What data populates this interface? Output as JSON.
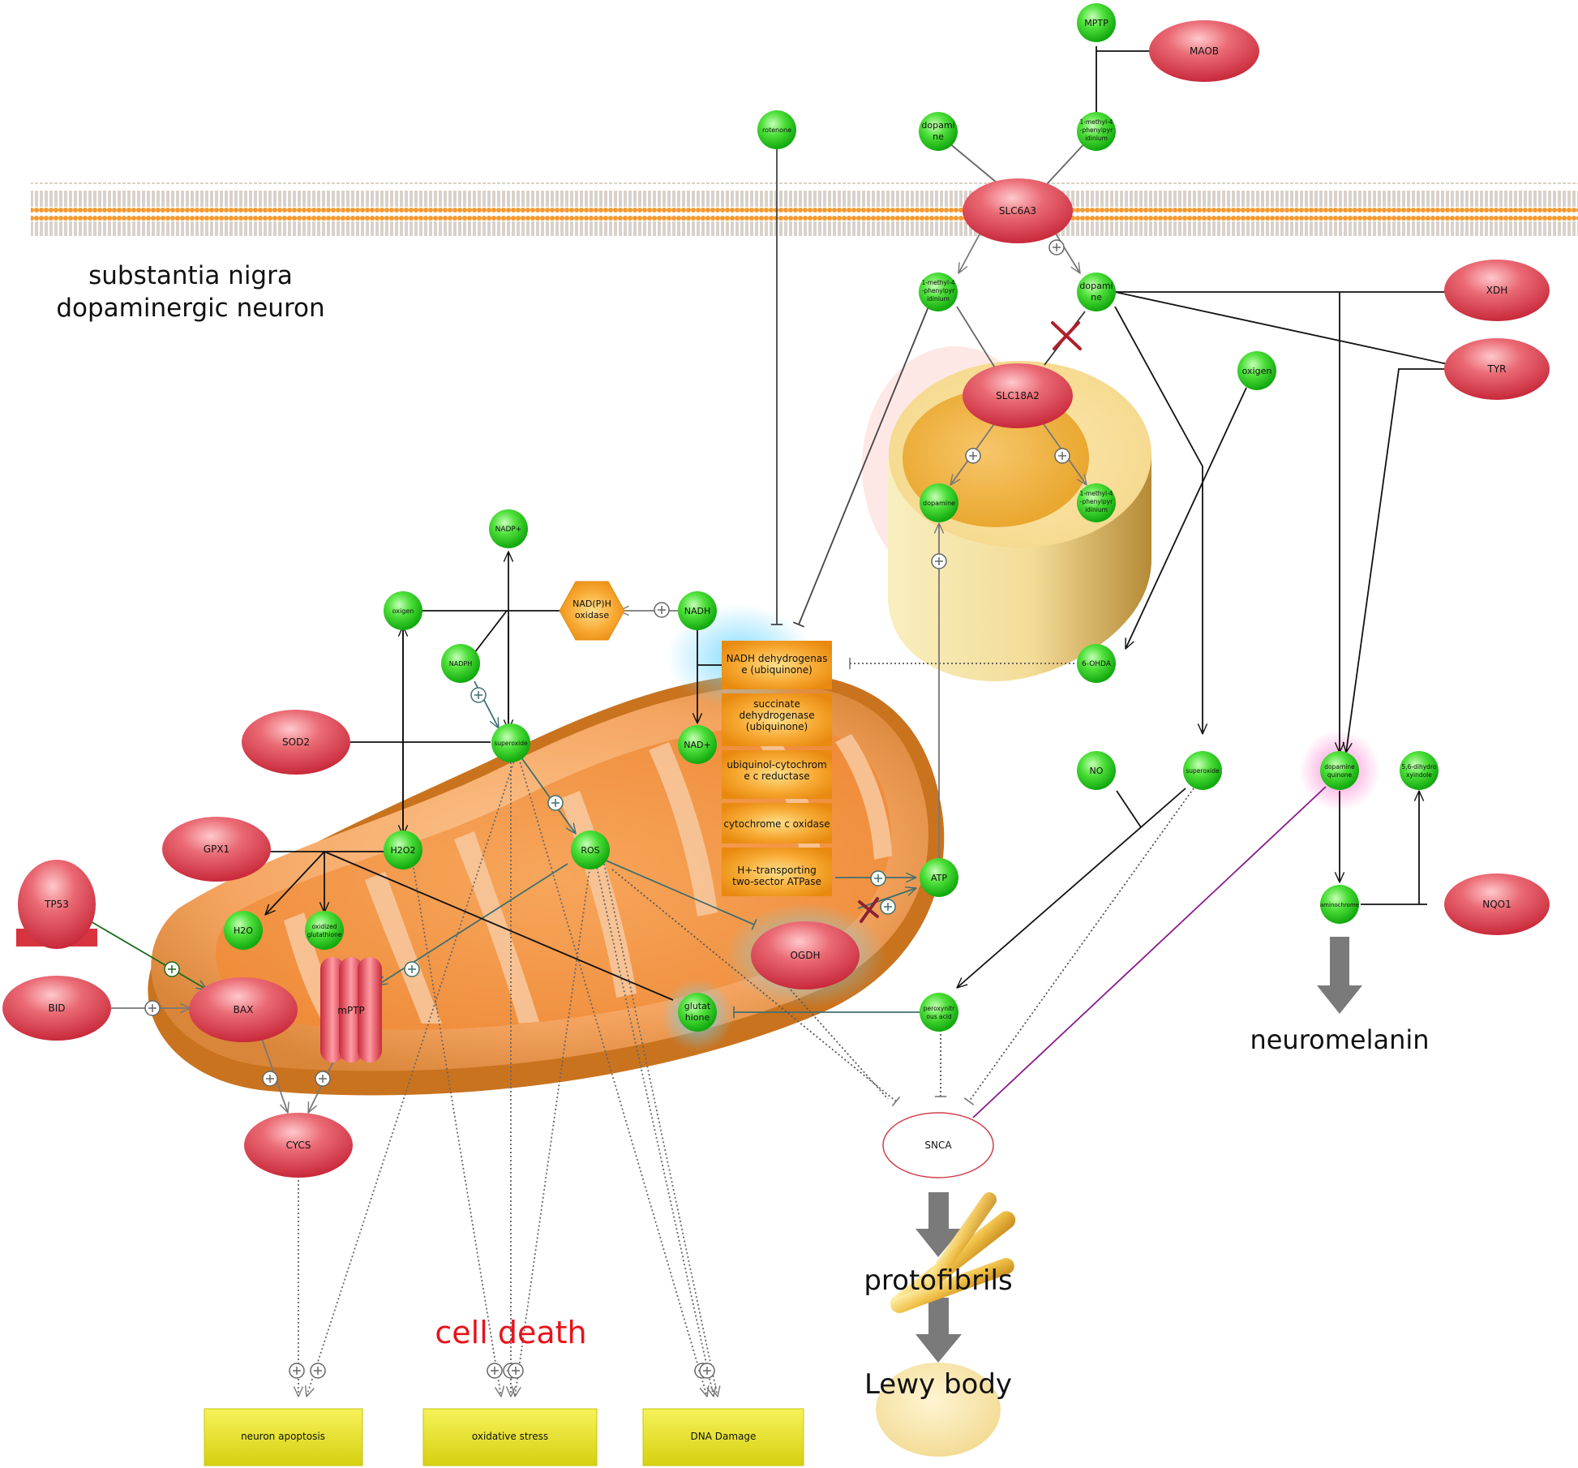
{
  "labels": {
    "region": [
      "substantia nigra",
      "dopaminergic neuron"
    ],
    "cell_death": "cell death",
    "neuromelanin": "neuromelanin",
    "protofibrils": "protofibrils",
    "lewy_body": "Lewy body"
  },
  "proteins": {
    "maob": "MAOB",
    "slc6a3": "SLC6A3",
    "slc18a2": "SLC18A2",
    "xdh": "XDH",
    "tyr": "TYR",
    "sod2": "SOD2",
    "gpx1": "GPX1",
    "tp53": "TP53",
    "bid": "BID",
    "bax": "BAX",
    "mptp_pore": "mPTP",
    "cycs": "CYCS",
    "ogdh": "OGDH",
    "nqo1": "NQO1",
    "snca": "SNCA"
  },
  "metabolites": {
    "mptp": "MPTP",
    "mpp_top": [
      "1-methyl-4",
      "-phenylpyr",
      "idinium"
    ],
    "dopamine_top": [
      "dopami",
      "ne"
    ],
    "rotenone": "rotenone",
    "mpp_mid": [
      "1-methyl-4",
      "-phenylpyr",
      "idinium"
    ],
    "dopamine_mid": [
      "dopami",
      "ne"
    ],
    "oxigen_right": "oxigen",
    "dopamine_vesicle": "dopamine",
    "mpp_vesicle": [
      "1-methyl-4",
      "-phenylpyr",
      "idinium"
    ],
    "six_ohda": "6-OHDA",
    "nadp_plus": "NADP+",
    "oxigen_left": "oxigen",
    "nadh": "NADH",
    "nadph": "NADPH",
    "nad_plus": "NAD+",
    "superoxide_left": "superoxide",
    "h2o2": "H2O2",
    "ros": "ROS",
    "h2o": "H2O",
    "oxidized_glutathione": [
      "oxidized",
      "glutathione"
    ],
    "atp": "ATP",
    "glutathione": [
      "glutat",
      "hione"
    ],
    "no": "NO",
    "superoxide_right": "superoxide",
    "peroxynitrous_acid": [
      "peroxynitr",
      "ous acid"
    ],
    "dopamine_quinone": [
      "dopamine",
      "quinone"
    ],
    "dihydroxyindole": [
      "5,6-dihydro",
      "xyindole"
    ],
    "aminochrome": "aminochrome"
  },
  "complex": {
    "nadph_oxidase": [
      "NAD(P)H",
      "oxidase"
    ],
    "c1": [
      "NADH dehydrogenas",
      "e (ubiquinone)"
    ],
    "c2": [
      "succinate",
      "dehydrogenase",
      "(ubiquinone)"
    ],
    "c3": [
      "ubiquinol-cytochrom",
      "e c reductase"
    ],
    "c4": [
      "cytochrome c oxidase"
    ],
    "c5": [
      "H+-transporting",
      "two-sector ATPase"
    ]
  },
  "outcomes": {
    "apoptosis": "neuron apoptosis",
    "oxidative": "oxidative stress",
    "dna": "DNA Damage"
  },
  "colors": {
    "protein": "#e0535f",
    "metabolite": "#2ecc40",
    "complex": "#f5a623",
    "outcome": "#e9e61d",
    "membrane": "#f7a23a",
    "inhibit_mark": "#b0202a",
    "cell_death": "#e8121a"
  }
}
